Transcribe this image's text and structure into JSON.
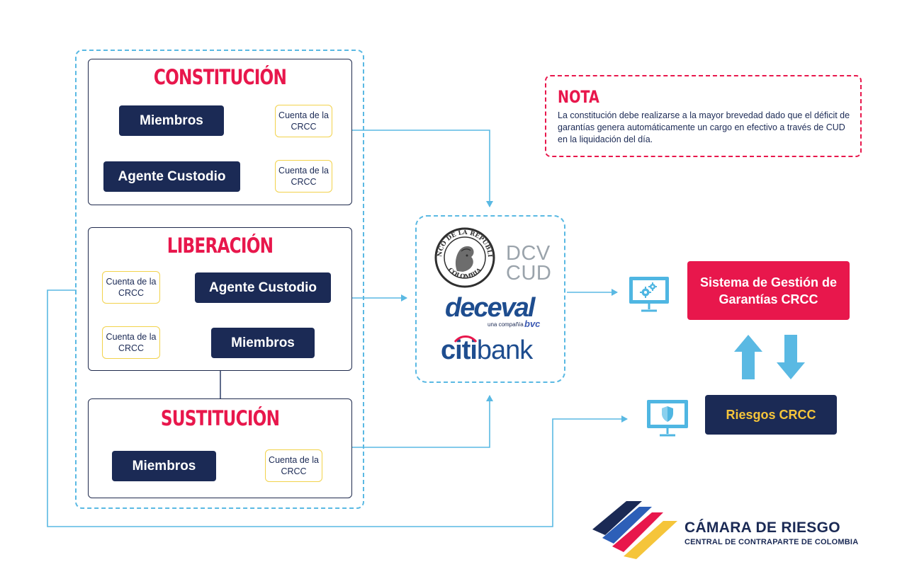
{
  "sections": {
    "constitucion": {
      "title": "CONSTITUCIÓN",
      "rows": [
        {
          "entity": "Miembros",
          "account": "Cuenta de la CRCC"
        },
        {
          "entity": "Agente Custodio",
          "account": "Cuenta de la CRCC"
        }
      ]
    },
    "liberacion": {
      "title": "LIBERACIÓN",
      "rows": [
        {
          "entity": "Agente Custodio",
          "account": "Cuenta de la CRCC"
        },
        {
          "entity": "Miembros",
          "account": "Cuenta de la CRCC"
        }
      ]
    },
    "sustitucion": {
      "title": "SUSTITUCIÓN",
      "rows": [
        {
          "entity": "Miembros",
          "account": "Cuenta de la CRCC"
        }
      ]
    }
  },
  "hub": {
    "seal_text_top": "BANCO DE LA REPUBLICA",
    "seal_text_bottom": "COLOMBIA",
    "dcv_line1": "DCV",
    "dcv_line2": "CUD",
    "deceval": "deceval",
    "deceval_sub": "una compañía",
    "bvc": "bvc",
    "citibank_prefix": "citi",
    "citibank_suffix": "bank"
  },
  "note": {
    "title": "NOTA",
    "text": "La constitución debe realizarse a la mayor brevedad dado que el déficit de garantías genera automáticamente un cargo en efectivo a través de CUD en la liquidación del día."
  },
  "systems": {
    "sgg": "Sistema de Gestión de Garantías CRCC",
    "riesgos": "Riesgos CRCC"
  },
  "icons": [
    "gears-monitor-icon",
    "shield-monitor-icon",
    "arrow-up-icon",
    "arrow-down-icon"
  ],
  "brand": {
    "name": "CÁMARA DE RIESGO",
    "subtitle": "CENTRAL DE CONTRAPARTE DE COLOMBIA"
  },
  "colors": {
    "accent_red": "#e8174c",
    "navy": "#1b2a55",
    "connector_blue": "#5ab9e3",
    "account_border": "#f2d24b",
    "riesgos_text": "#f5c53a"
  }
}
